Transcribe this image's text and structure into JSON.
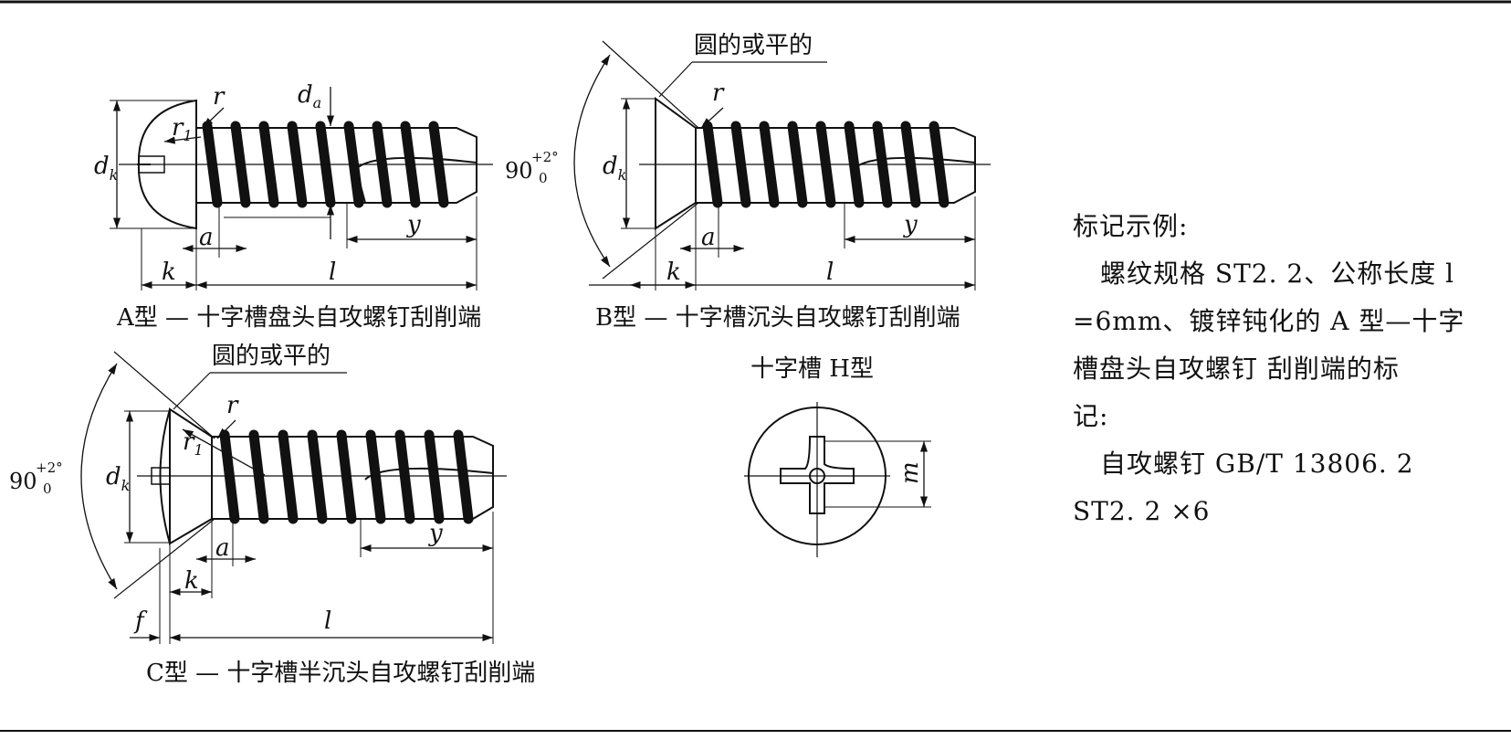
{
  "captions": {
    "type_a": "A型 — 十字槽盘头自攻螺钉刮削端",
    "type_b": "B型 — 十字槽沉头自攻螺钉刮削端",
    "type_c": "C型 — 十字槽半沉头自攻螺钉刮削端",
    "recess": "十字槽   H型"
  },
  "callouts": {
    "round_or_flat": "圆的或平的"
  },
  "dimensions": {
    "dk": "d",
    "dk_sub": "k",
    "da": "d",
    "da_sub": "a",
    "r": "r",
    "r1": "r",
    "r1_sub": "1",
    "a": "a",
    "k": "k",
    "l": "l",
    "y": "y",
    "f": "f",
    "m": "m",
    "angle": "90",
    "angle_upper": "+2°",
    "angle_lower": "0"
  },
  "marking": {
    "title": "标记示例:",
    "body_line1": "螺纹规格 ST2. 2、公称长度 l",
    "body_line2": "=6mm、镀锌钝化的 A 型—十字",
    "body_line3": "槽盘头自攻螺钉  刮削端的标",
    "body_line4": "记:",
    "designation_line1": "自攻螺钉 GB/T 13806. 2",
    "designation_line2": "ST2. 2 ×6"
  },
  "colors": {
    "ink": "#111111",
    "background": "#ffffff"
  }
}
